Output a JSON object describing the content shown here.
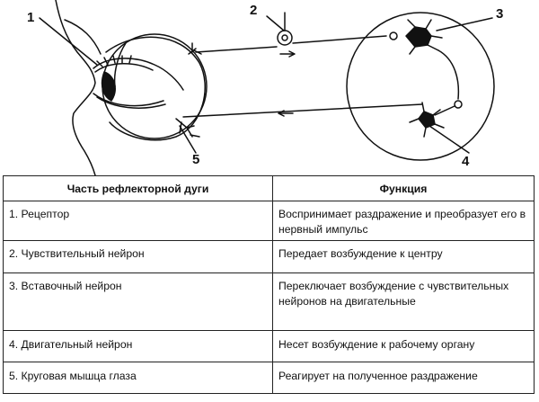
{
  "figure": {
    "labels": [
      "1",
      "2",
      "3",
      "4",
      "5"
    ]
  },
  "table": {
    "headers": [
      "Часть рефлекторной дуги",
      "Функция"
    ],
    "rows": [
      {
        "part": "1. Рецептор",
        "function": "Воспринимает раздражение и преобразует его в нервный импульс"
      },
      {
        "part": "2. Чувствительный нейрон",
        "function": "Передает возбуждение к центру"
      },
      {
        "part": "3. Вставочный нейрон",
        "function": "Переключает возбуждение с чувствительных нейронов на двигательные"
      },
      {
        "part": "4. Двигательный нейрон",
        "function": "Несет возбуждение к рабочему органу"
      },
      {
        "part": "5. Круговая мышца глаза",
        "function": "Реагирует на полученное раздражение"
      }
    ]
  }
}
